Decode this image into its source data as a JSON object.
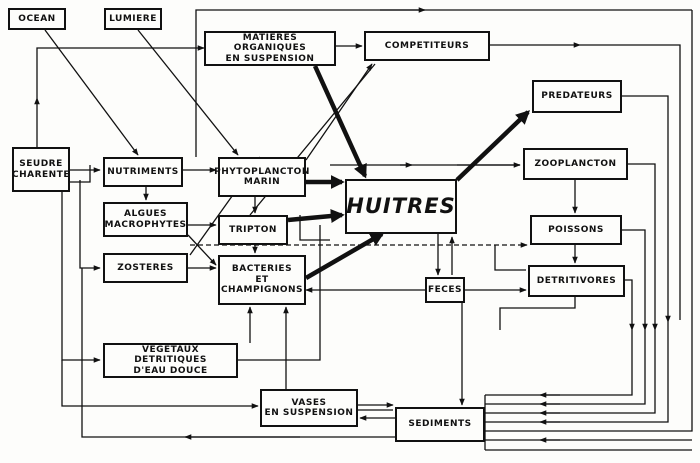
{
  "diagram": {
    "nodes": {
      "ocean": "OCEAN",
      "lumiere": "LUMIERE",
      "matieres": "MATIERES ORGANIQUES\nEN SUSPENSION",
      "competiteurs": "COMPETITEURS",
      "predateurs": "PREDATEURS",
      "seudre": "SEUDRE\nCHARENTE",
      "nutriments": "NUTRIMENTS",
      "phyto": "PHYTOPLANCTON\nMARIN",
      "huitres": "HUITRES",
      "zooplancton": "ZOOPLANCTON",
      "algues": "ALGUES\nMACROPHYTES",
      "tripton": "TRIPTON",
      "poissons": "POISSONS",
      "zosteres": "ZOSTERES",
      "bacteries": "BACTERIES\nET\nCHAMPIGNONS",
      "feces": "FECES",
      "detritivores": "DETRITIVORES",
      "vegetaux": "VEGETAUX DETRITIQUES\nD'EAU DOUCE",
      "vases": "VASES\nEN SUSPENSION",
      "sediments": "SEDIMENTS"
    }
  }
}
